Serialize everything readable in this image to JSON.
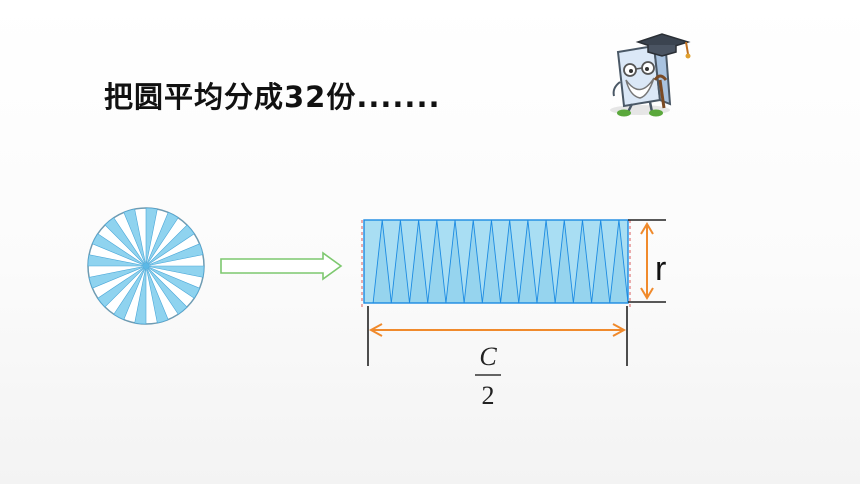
{
  "slide": {
    "title": "把圆平均分成32份.......",
    "radius_label": "r",
    "length_numerator": "C",
    "length_denominator": "2"
  },
  "diagram": {
    "circle_sectors": 32,
    "rectangle_teeth_up": 14,
    "colors": {
      "sector_fill": "#8fd3ef",
      "sector_stroke": "#4aa7d8",
      "circle_outline": "#6e9bb2",
      "rect_fill": "#a9def3",
      "rect_stroke": "#1c8be2",
      "measure": "#f08a2c",
      "arrow": "#7dc86f"
    },
    "icons": [
      "mascot-book-icon",
      "block-arrow-icon"
    ]
  }
}
